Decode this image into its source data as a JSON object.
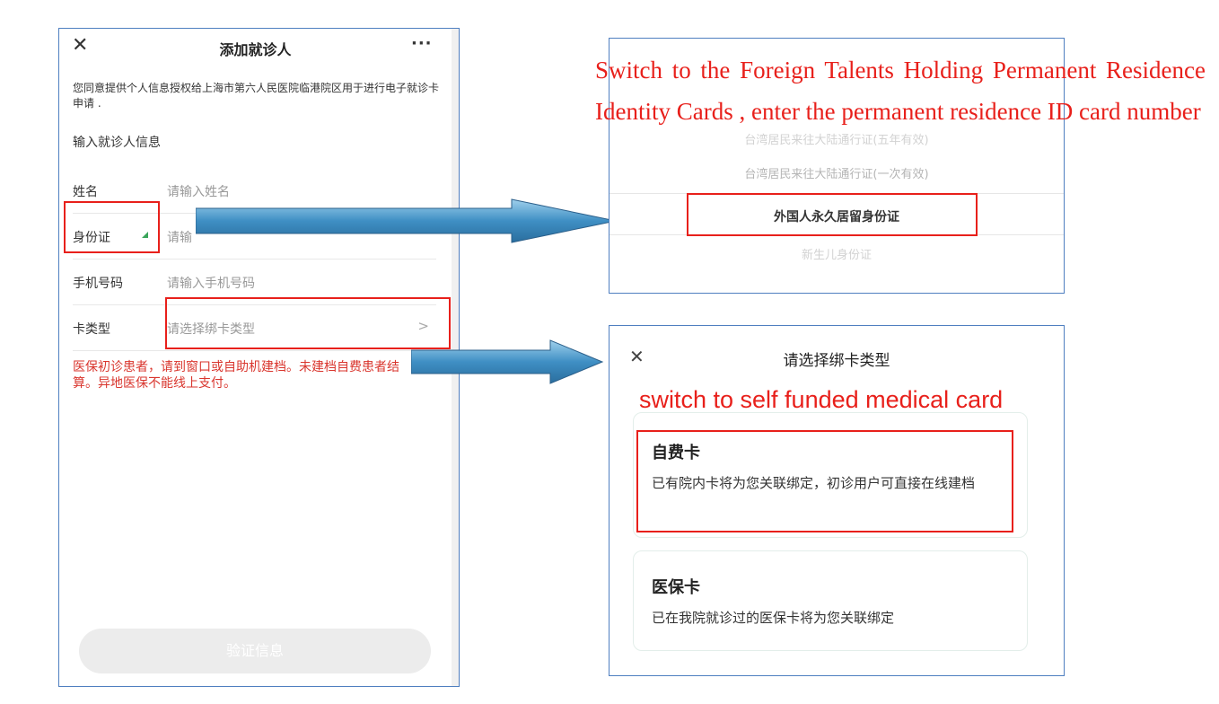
{
  "phone": {
    "nav": {
      "close_icon": "close-icon",
      "title": "添加就诊人",
      "more": "···"
    },
    "consent": "您同意提供个人信息授权给上海市第六人民医院临港院区用于进行电子就诊卡申请 .",
    "section_title": "输入就诊人信息",
    "fields": [
      {
        "label": "姓名",
        "placeholder": "请输入姓名"
      },
      {
        "label": "身份证",
        "placeholder": "请输"
      },
      {
        "label": "手机号码",
        "placeholder": "请输入手机号码"
      },
      {
        "label": "卡类型",
        "placeholder": "请选择绑卡类型",
        "chevron": ">"
      }
    ],
    "warning": "医保初诊患者，请到窗口或自助机建档。未建档自费患者结算。异地医保不能线上支付。",
    "verify_button": "验证信息"
  },
  "picker": {
    "options_above": [
      "台湾居民来往大陆通行证(五年有效)",
      "台湾居民来往大陆通行证(一次有效)"
    ],
    "selected": "外国人永久居留身份证",
    "options_below": [
      "新生儿身份证"
    ]
  },
  "annotations": {
    "top_note": "Switch to  the Foreign Talents Holding Permanent Residence Identity Cards ,  enter the permanent residence  ID  card  number",
    "bottom_note": "switch to self funded medical card"
  },
  "sheet": {
    "title": "请选择绑卡类型",
    "cards": [
      {
        "title": "自费卡",
        "desc": "已有院内卡将为您关联绑定，初诊用户可直接在线建档"
      },
      {
        "title": "医保卡",
        "desc": "已在我院就诊过的医保卡将为您关联绑定"
      }
    ]
  },
  "colors": {
    "highlight": "#e8201b",
    "frame": "#4f7fc0",
    "arrow": "#3f8fc4",
    "caret": "#3aa55b",
    "warning": "#d9352d"
  }
}
